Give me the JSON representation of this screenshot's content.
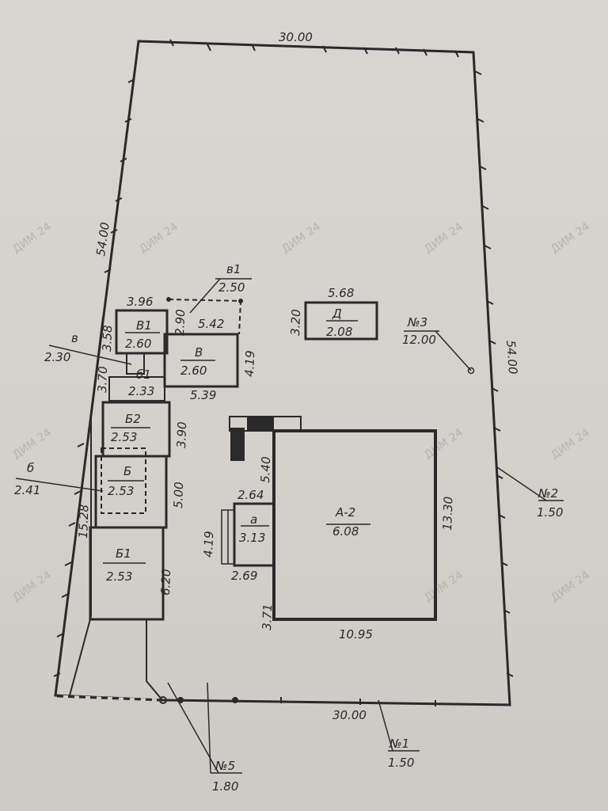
{
  "watermark": "ДИМ 24",
  "perimeter": {
    "top": "30.00",
    "bottom": "30.00",
    "left": "54.00",
    "right": "54.00",
    "left_lower": "15.28"
  },
  "points": {
    "p1": {
      "num": "№1",
      "val": "1.50"
    },
    "p2": {
      "num": "№2",
      "val": "1.50"
    },
    "p3": {
      "num": "№3",
      "val": "12.00"
    },
    "p5": {
      "num": "№5",
      "val": "1.80"
    }
  },
  "buildings": {
    "d": {
      "name": "Д",
      "height": "2.08",
      "w": "5.68",
      "h": "3.20"
    },
    "v1": {
      "name": "В1",
      "height": "2.60",
      "w": "3.96",
      "h": "3.58"
    },
    "v1_outer": {
      "name": "в1",
      "height": "2.50",
      "h": "2.90"
    },
    "v": {
      "name": "В",
      "height": "2.60",
      "w": "5.42",
      "w2": "5.39",
      "h": "4.19"
    },
    "v_small": {
      "name": "в",
      "height": "2.30",
      "h": "3.70"
    },
    "b1_small": {
      "name": "б1",
      "height": "2.33"
    },
    "b2": {
      "name": "Б2",
      "height": "2.53",
      "h": "3.90"
    },
    "b": {
      "name": "Б",
      "height": "2.53",
      "h": "5.00"
    },
    "b_outer": {
      "name": "б",
      "height": "2.41"
    },
    "b1": {
      "name": "Б1",
      "height": "2.53",
      "h": "6.20"
    },
    "a": {
      "name": "а",
      "height": "3.13",
      "w": "2.64",
      "w2": "2.69",
      "h": "4.19"
    },
    "a2": {
      "name": "А-2",
      "height": "6.08",
      "w": "10.95",
      "h": "13.30",
      "h2": "5.40",
      "h3": "3.71"
    }
  }
}
